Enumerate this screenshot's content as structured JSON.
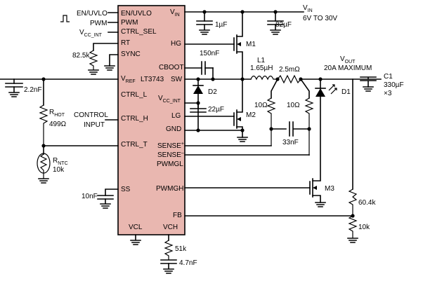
{
  "ic": {
    "part": "LT3743",
    "body_color": "#e9b7b0",
    "pins_left": {
      "en_uvlo": "EN/UVLO",
      "pwm": "PWM",
      "ctrl_sel": "CTRL_SEL",
      "rt": "RT",
      "sync": "SYNC",
      "vref_main": "V",
      "vref_sub": "REF",
      "ctrl_l": "CTRL_L",
      "ctrl_h": "CTRL_H",
      "ctrl_t": "CTRL_T",
      "ss": "SS",
      "vcl": "VCL"
    },
    "pins_right": {
      "vin_main": "V",
      "vin_sub": "IN",
      "hg": "HG",
      "cboot": "CBOOT",
      "sw": "SW",
      "vccint_main": "V",
      "vccint_sub": "CC_INT",
      "lg": "LG",
      "gnd": "GND",
      "sense_p_main": "SENSE",
      "sense_p_sup": "+",
      "sense_n_main": "SENSE",
      "sense_n_sup": "–",
      "pwmgl": "PWMGL",
      "pwmgh": "PWMGH",
      "fb": "FB",
      "vch": "VCH"
    }
  },
  "left_labels": {
    "en_uvlo": "EN/UVLO",
    "pwm": "PWM",
    "vccint_main": "V",
    "vccint_sub": "CC_INT",
    "rt_res": "82.5k",
    "cap_vref": "2.2nF",
    "rhot_main": "R",
    "rhot_sub": "HOT",
    "rhot_val": "499Ω",
    "control": "CONTROL",
    "input": "INPUT",
    "rntc_main": "R",
    "rntc_sub": "NTC",
    "rntc_val": "10k",
    "cap_ss": "10nF"
  },
  "right_labels": {
    "vin_main": "V",
    "vin_sub": "IN",
    "vin_range": "6V TO 30V",
    "c_1uf": "1µF",
    "c_82uf": "82µF",
    "m1": "M1",
    "c_150nf": "150nF",
    "l1": "L1",
    "l1_val": "1.65µH",
    "rsense": "2.5mΩ",
    "vout_main": "V",
    "vout_sub": "OUT",
    "vout_max": "20A MAXIMUM",
    "c1": "C1",
    "c1_val": "330µF",
    "c1_count": "×3",
    "d2": "D2",
    "r10_left": "10Ω",
    "r10_right": "10Ω",
    "d1": "D1",
    "c_22uf": "22µF",
    "m2": "M2",
    "c_33nf": "33nF",
    "m3": "M3",
    "r_604k": "60.4k",
    "r_10k": "10k",
    "r_51k": "51k",
    "c_47nf": "4.7nF"
  }
}
